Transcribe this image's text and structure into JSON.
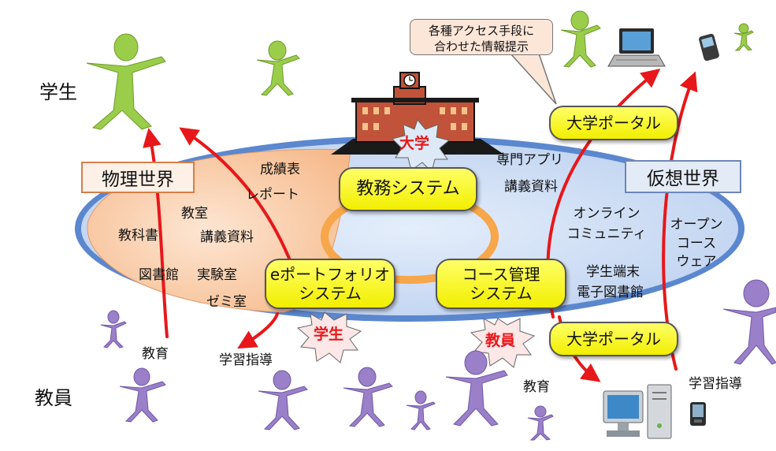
{
  "texts": {
    "students": "学生",
    "faculty": "教員",
    "physical_world": "物理世界",
    "virtual_world": "仮想世界",
    "university": "大学",
    "academic_system": "教務システム",
    "eportfolio_line1": "eポートフォリオ",
    "eportfolio_line2": "システム",
    "course_mgmt_line1": "コース管理",
    "course_mgmt_line2": "システム",
    "portal_top": "大学ポータル",
    "portal_bottom": "大学ポータル",
    "callout_line1": "各種アクセス手段に",
    "callout_line2": "合わせた情報提示",
    "star_student": "学生",
    "star_faculty": "教員",
    "grades": "成績表",
    "report": "レポート",
    "classroom": "教室",
    "textbook": "教科書",
    "lecture_materials_left": "講義資料",
    "library": "図書館",
    "laboratory": "実験室",
    "seminar_room": "ゼミ室",
    "special_apps": "専門アプリ",
    "lecture_materials_right": "講義資料",
    "online_line1": "オンライン",
    "online_line2": "コミュニティ",
    "ocw_line1": "オープン",
    "ocw_line2": "コース",
    "ocw_line3": "ウェア",
    "student_device": "学生端末",
    "e_library": "電子図書館",
    "education_left": "教育",
    "study_guidance_left": "学習指導",
    "education_bottom": "教育",
    "study_guidance_right": "学習指導"
  },
  "icons": {
    "student_figure": "green-person-icon",
    "faculty_figure": "purple-person-icon",
    "building": "university-building-icon",
    "laptop": "laptop-icon",
    "phone": "mobile-phone-icon",
    "desktop": "desktop-computer-icon",
    "pda": "pda-icon"
  },
  "colors": {
    "student_green": "#9acd4a",
    "faculty_purple": "#9a7fc9",
    "pill_yellow": "#ffff55",
    "arrow_red": "#e8171a",
    "ellipse_blue": "#c7d9f3",
    "physical_orange": "#fbd3b4",
    "virtual_blue": "#d6e4f7"
  }
}
